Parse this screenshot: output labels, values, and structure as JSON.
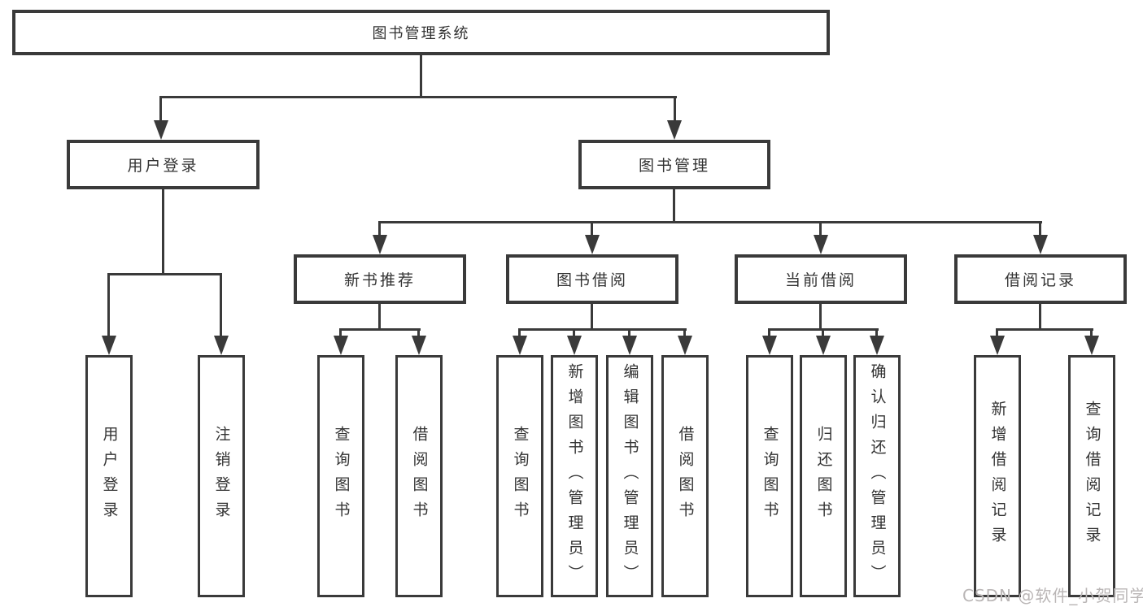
{
  "colors": {
    "line": "#3a3a3a",
    "box_border": "#3a3a3a",
    "text": "#333333",
    "background": "#ffffff",
    "watermark": "#bab6b6"
  },
  "watermark": {
    "text": "CSDN @软件_小贺同学"
  },
  "tree": {
    "root": {
      "label": "图书管理系统"
    },
    "branches": [
      {
        "label": "用户登录",
        "children": [
          {
            "label": "用户登录"
          },
          {
            "label": "注销登录"
          }
        ]
      },
      {
        "label": "图书管理",
        "children": [
          {
            "label": "新书推荐",
            "children": [
              {
                "label": "查询图书"
              },
              {
                "label": "借阅图书"
              }
            ]
          },
          {
            "label": "图书借阅",
            "children": [
              {
                "label": "查询图书"
              },
              {
                "label": "新增图书（管理员）"
              },
              {
                "label": "编辑图书（管理员）"
              },
              {
                "label": "借阅图书"
              }
            ]
          },
          {
            "label": "当前借阅",
            "children": [
              {
                "label": "查询图书"
              },
              {
                "label": "归还图书"
              },
              {
                "label": "确认归还（管理员）"
              }
            ]
          },
          {
            "label": "借阅记录",
            "children": [
              {
                "label": "新增借阅记录"
              },
              {
                "label": "查询借阅记录"
              }
            ]
          }
        ]
      }
    ]
  }
}
